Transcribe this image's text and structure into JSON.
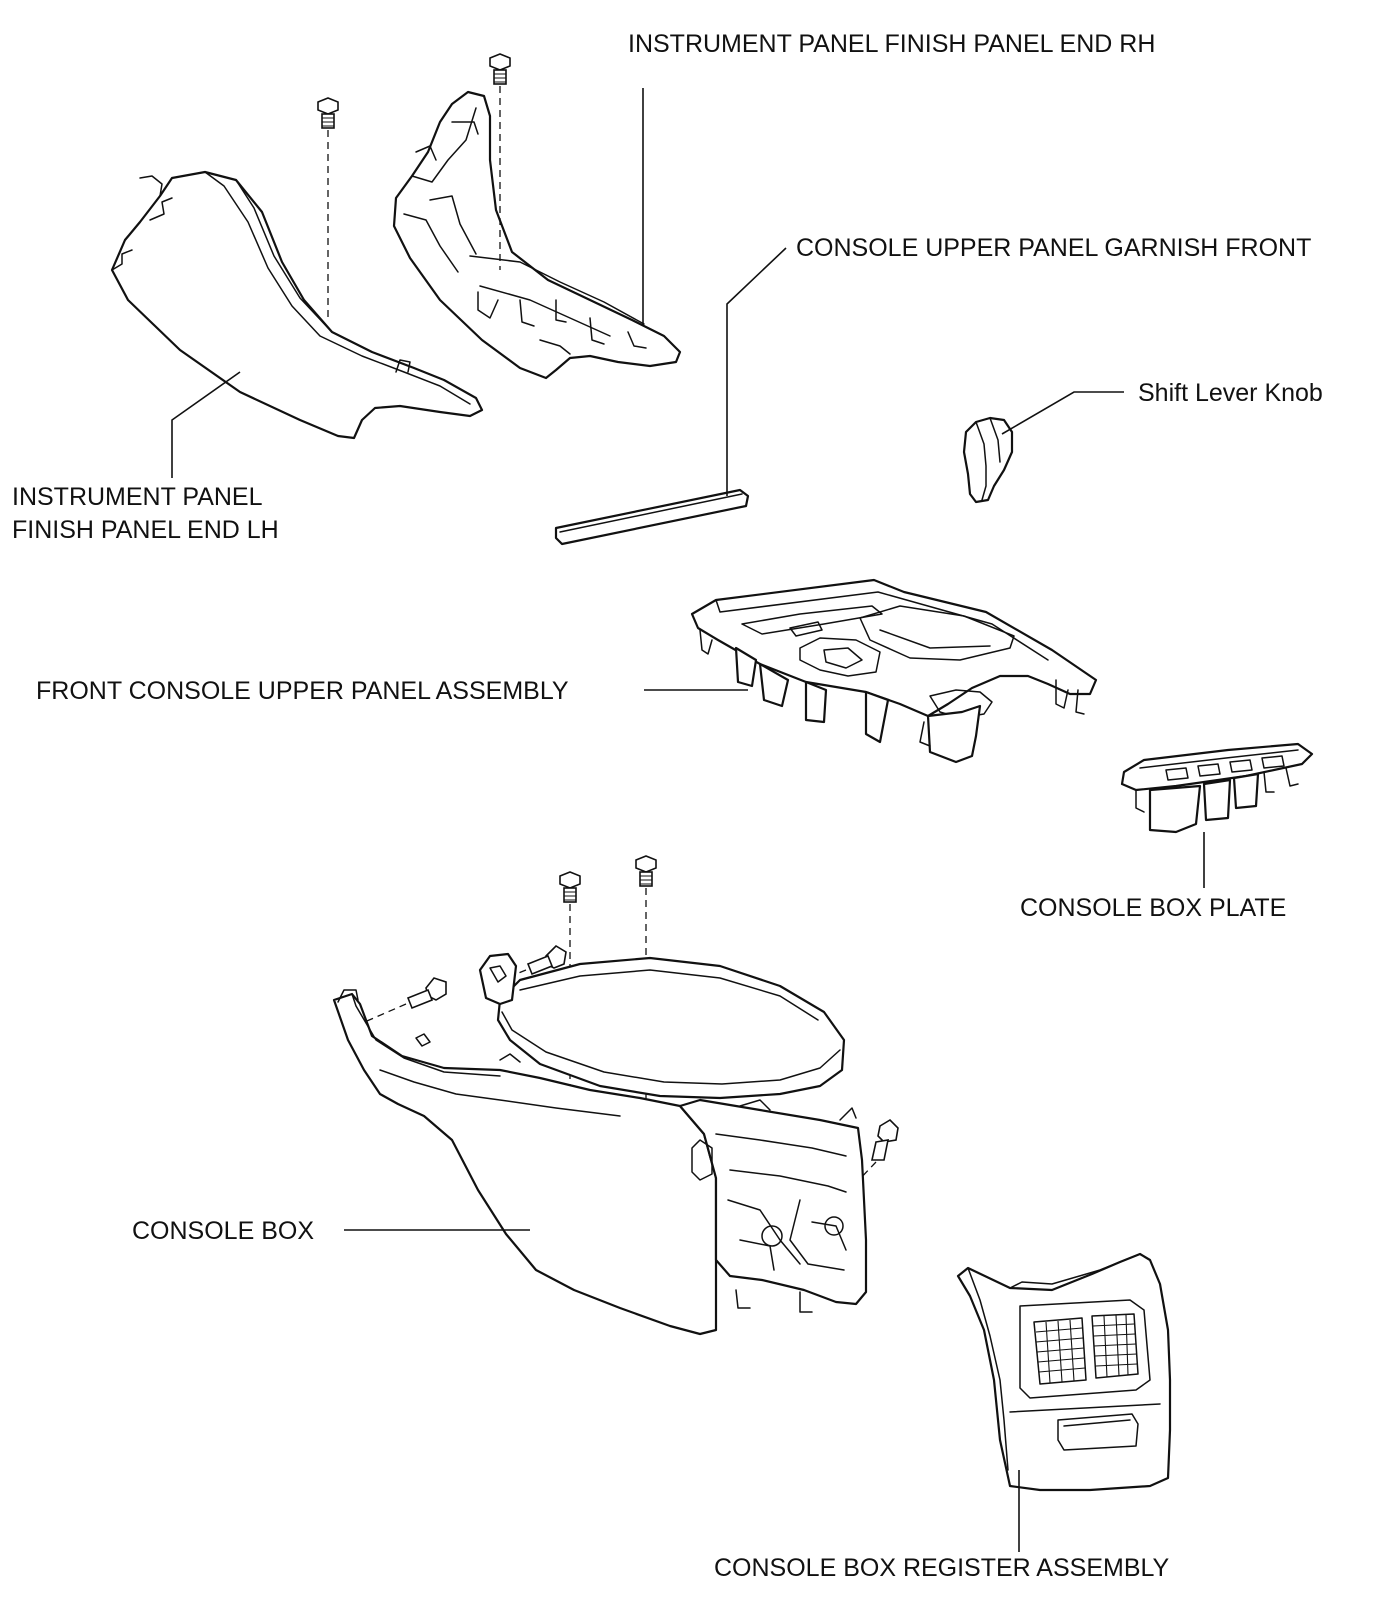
{
  "labels": {
    "finish_panel_rh": "INSTRUMENT PANEL FINISH PANEL END RH",
    "garnish_front": "CONSOLE UPPER PANEL GARNISH FRONT",
    "shift_lever_knob": "Shift Lever Knob",
    "finish_panel_lh_line1": "INSTRUMENT PANEL",
    "finish_panel_lh_line2": "FINISH PANEL END LH",
    "front_console_upper_panel": "FRONT CONSOLE UPPER PANEL ASSEMBLY",
    "console_box_plate": "CONSOLE BOX PLATE",
    "console_box": "CONSOLE BOX",
    "console_box_register": "CONSOLE BOX REGISTER ASSEMBLY"
  },
  "colors": {
    "line": "#111111",
    "background": "#ffffff"
  }
}
